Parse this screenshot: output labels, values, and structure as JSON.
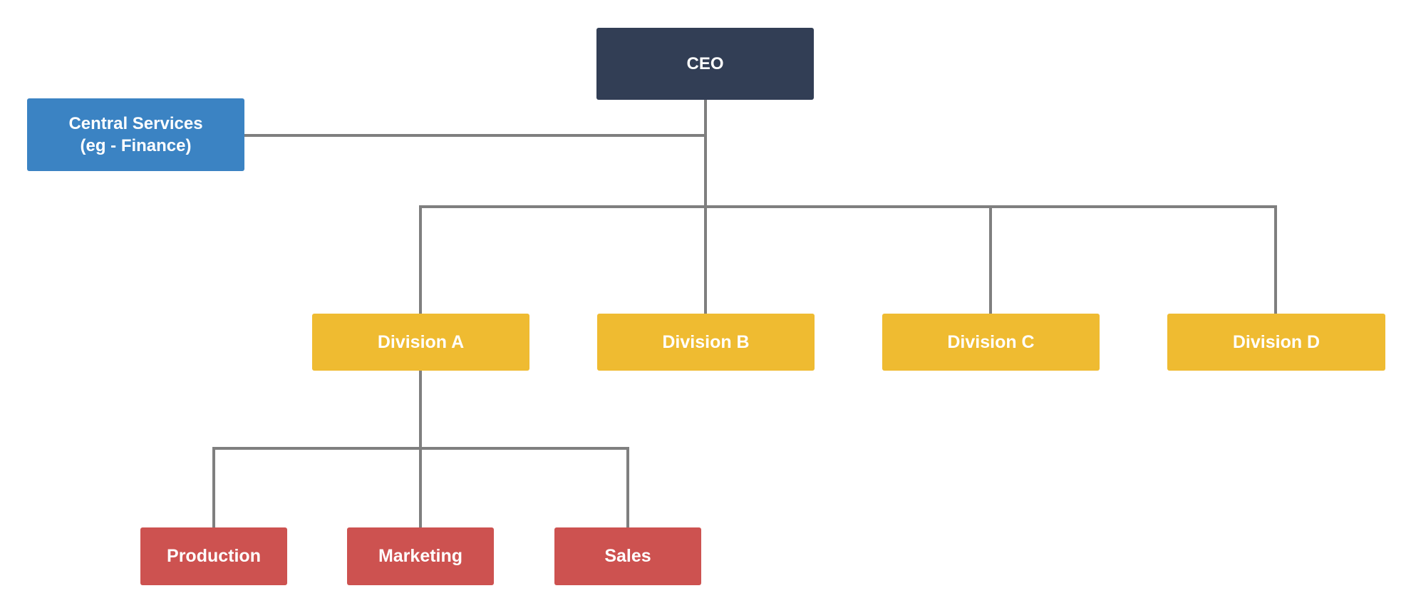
{
  "diagram": {
    "type": "org-chart",
    "nodes": {
      "ceo": {
        "label": "CEO",
        "color": "#323e55",
        "text_color": "#ffffff"
      },
      "central_services": {
        "label": "Central Services\n(eg - Finance)",
        "color": "#3b83c3",
        "text_color": "#ffffff"
      },
      "division_a": {
        "label": "Division A",
        "color": "#efbb31",
        "text_color": "#ffffff"
      },
      "division_b": {
        "label": "Division B",
        "color": "#efbb31",
        "text_color": "#ffffff"
      },
      "division_c": {
        "label": "Division C",
        "color": "#efbb31",
        "text_color": "#ffffff"
      },
      "division_d": {
        "label": "Division D",
        "color": "#efbb31",
        "text_color": "#ffffff"
      },
      "production": {
        "label": "Production",
        "color": "#cd5250",
        "text_color": "#ffffff"
      },
      "marketing": {
        "label": "Marketing",
        "color": "#cd5250",
        "text_color": "#ffffff"
      },
      "sales": {
        "label": "Sales",
        "color": "#cd5250",
        "text_color": "#ffffff"
      }
    },
    "edges": [
      {
        "from": "ceo",
        "to": "central_services",
        "style": "lateral"
      },
      {
        "from": "ceo",
        "to": "division_a"
      },
      {
        "from": "ceo",
        "to": "division_b"
      },
      {
        "from": "ceo",
        "to": "division_c"
      },
      {
        "from": "ceo",
        "to": "division_d"
      },
      {
        "from": "division_a",
        "to": "production"
      },
      {
        "from": "division_a",
        "to": "marketing"
      },
      {
        "from": "division_a",
        "to": "sales"
      }
    ],
    "colors": {
      "background": "#ffffff",
      "connector": "#7f7f7f",
      "navy": "#323e55",
      "blue": "#3b83c3",
      "yellow": "#efbb31",
      "red": "#cd5250",
      "text": "#ffffff"
    }
  }
}
